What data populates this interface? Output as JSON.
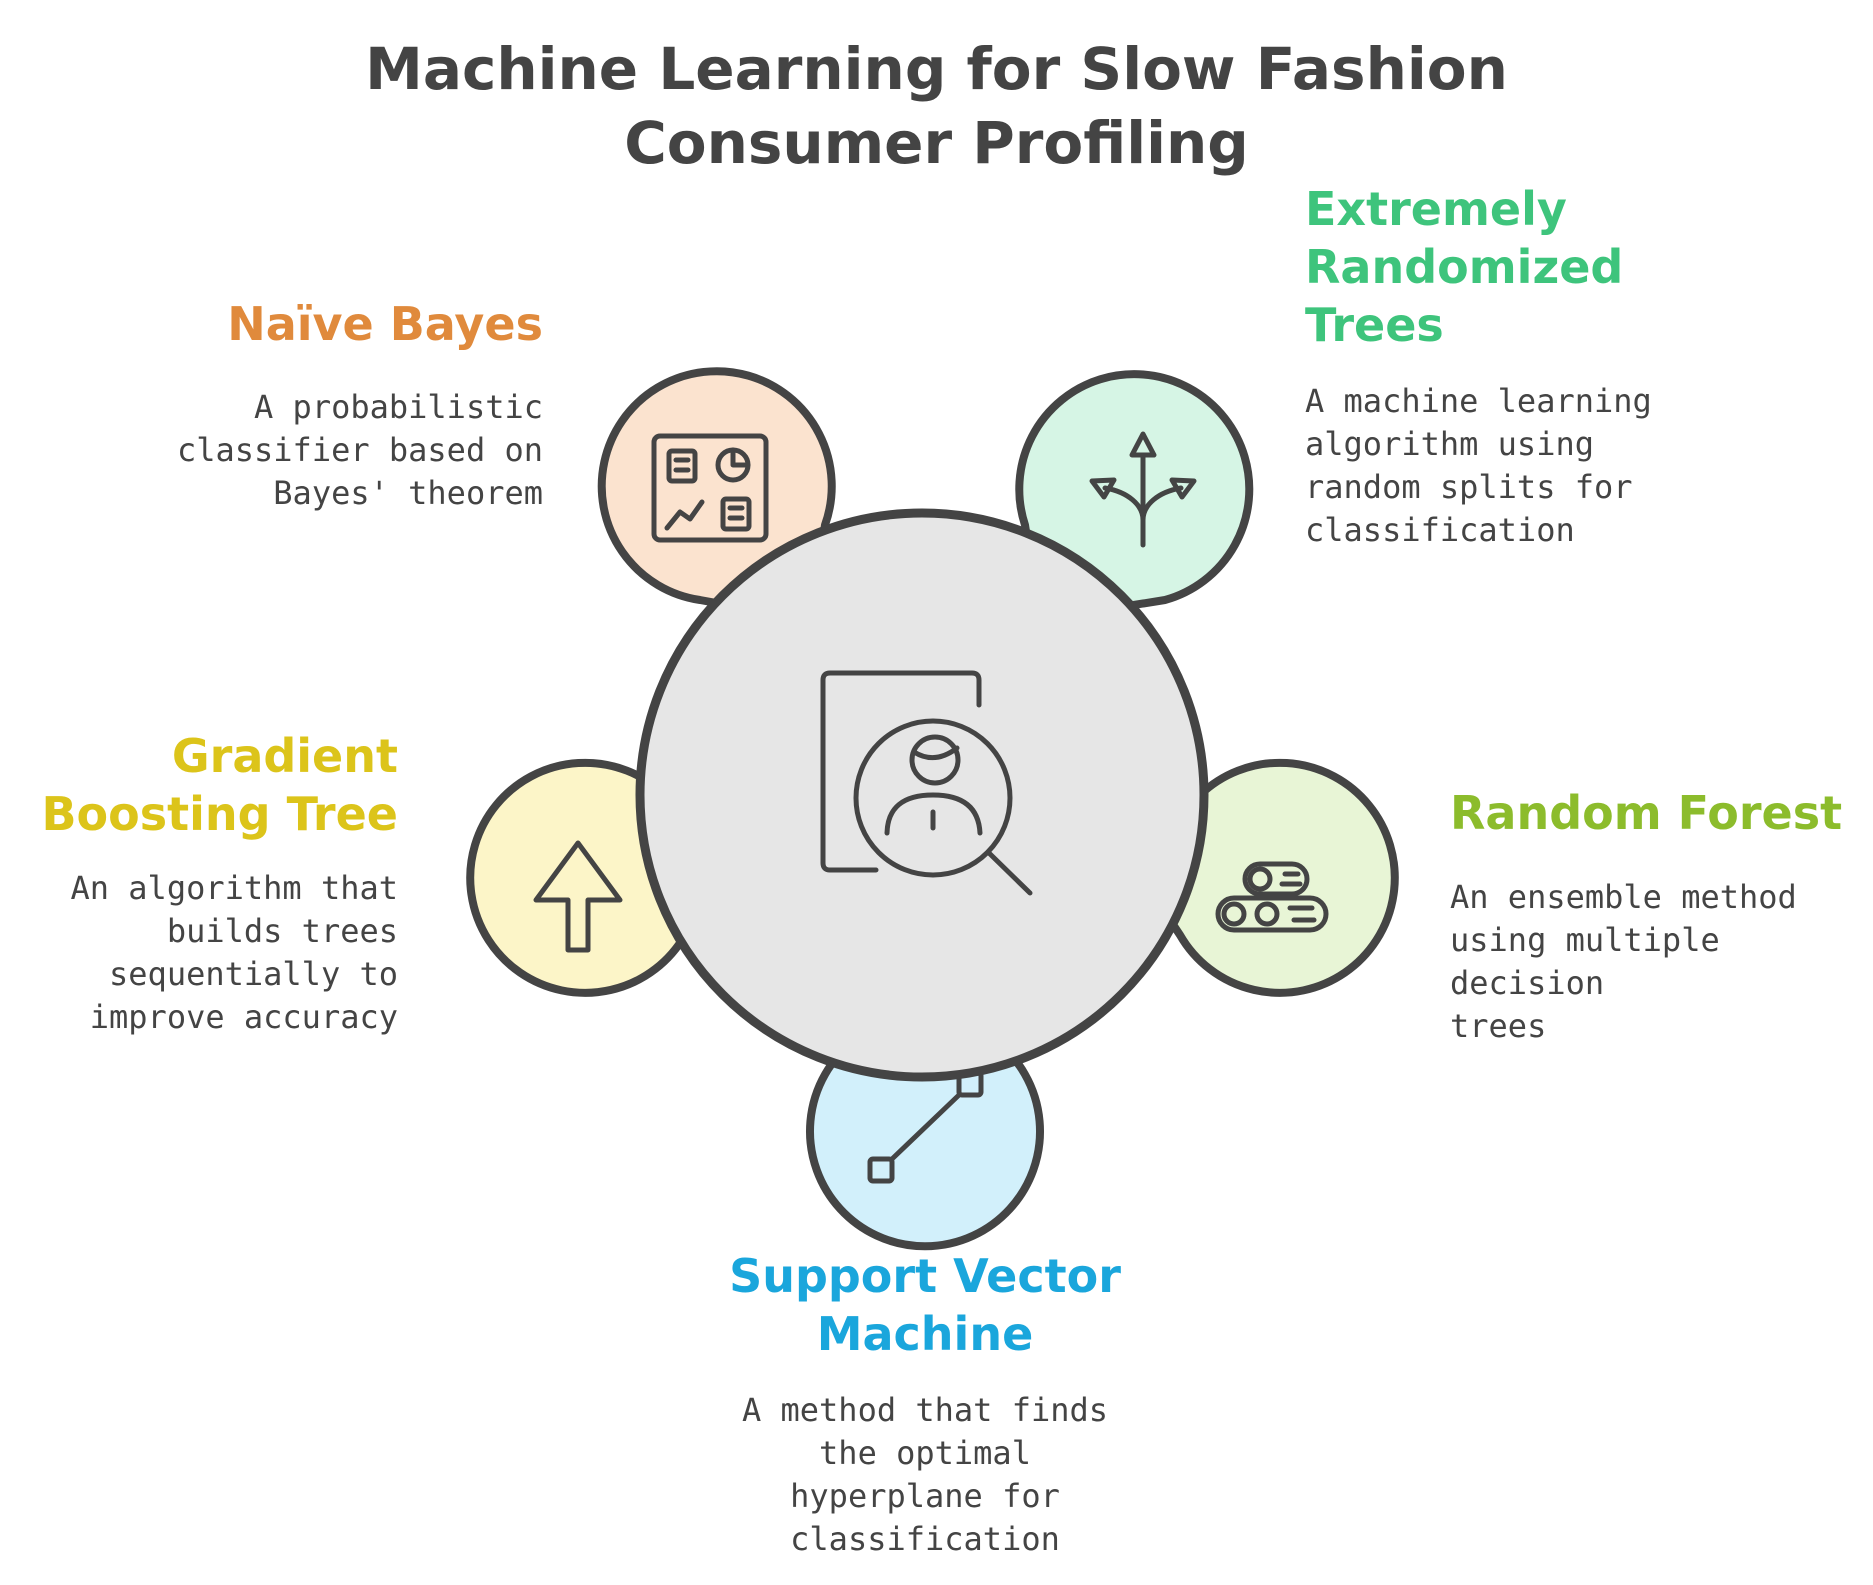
{
  "title": {
    "line1": "Machine Learning for Slow Fashion",
    "line2": "Consumer Profiling"
  },
  "center": {
    "icon": "user-profile-search-icon",
    "fill": "#e6e6e6"
  },
  "stroke_color": "#444444",
  "nodes": {
    "naive_bayes": {
      "title": "Naïve Bayes",
      "desc": [
        "A probabilistic",
        "classifier based on",
        "Bayes' theorem"
      ],
      "color": "#e08a3c",
      "fill": "#fbe3cf",
      "icon": "dashboard-chart-icon"
    },
    "extra_trees": {
      "title": [
        "Extremely",
        "Randomized",
        "Trees"
      ],
      "desc": [
        "A machine learning",
        "algorithm using",
        "random splits for",
        "classification"
      ],
      "color": "#3ec47c",
      "fill": "#d6f5e5",
      "icon": "split-arrows-icon"
    },
    "gradient_boosting": {
      "title": [
        "Gradient",
        "Boosting Tree"
      ],
      "desc": [
        "An algorithm that",
        "builds trees",
        "sequentially to",
        "improve accuracy"
      ],
      "color": "#dcc41a",
      "fill": "#fcf5c8",
      "icon": "arrow-up-icon"
    },
    "random_forest": {
      "title": "Random Forest",
      "desc": [
        "An ensemble method",
        "using multiple decision",
        "trees"
      ],
      "color": "#8cbc2c",
      "fill": "#e8f5d6",
      "icon": "logs-icon"
    },
    "svm": {
      "title": [
        "Support Vector",
        "Machine"
      ],
      "desc": [
        "A method that finds",
        "the optimal",
        "hyperplane for",
        "classification"
      ],
      "color": "#1aa6dc",
      "fill": "#d2f0fb",
      "icon": "vector-line-icon"
    }
  }
}
